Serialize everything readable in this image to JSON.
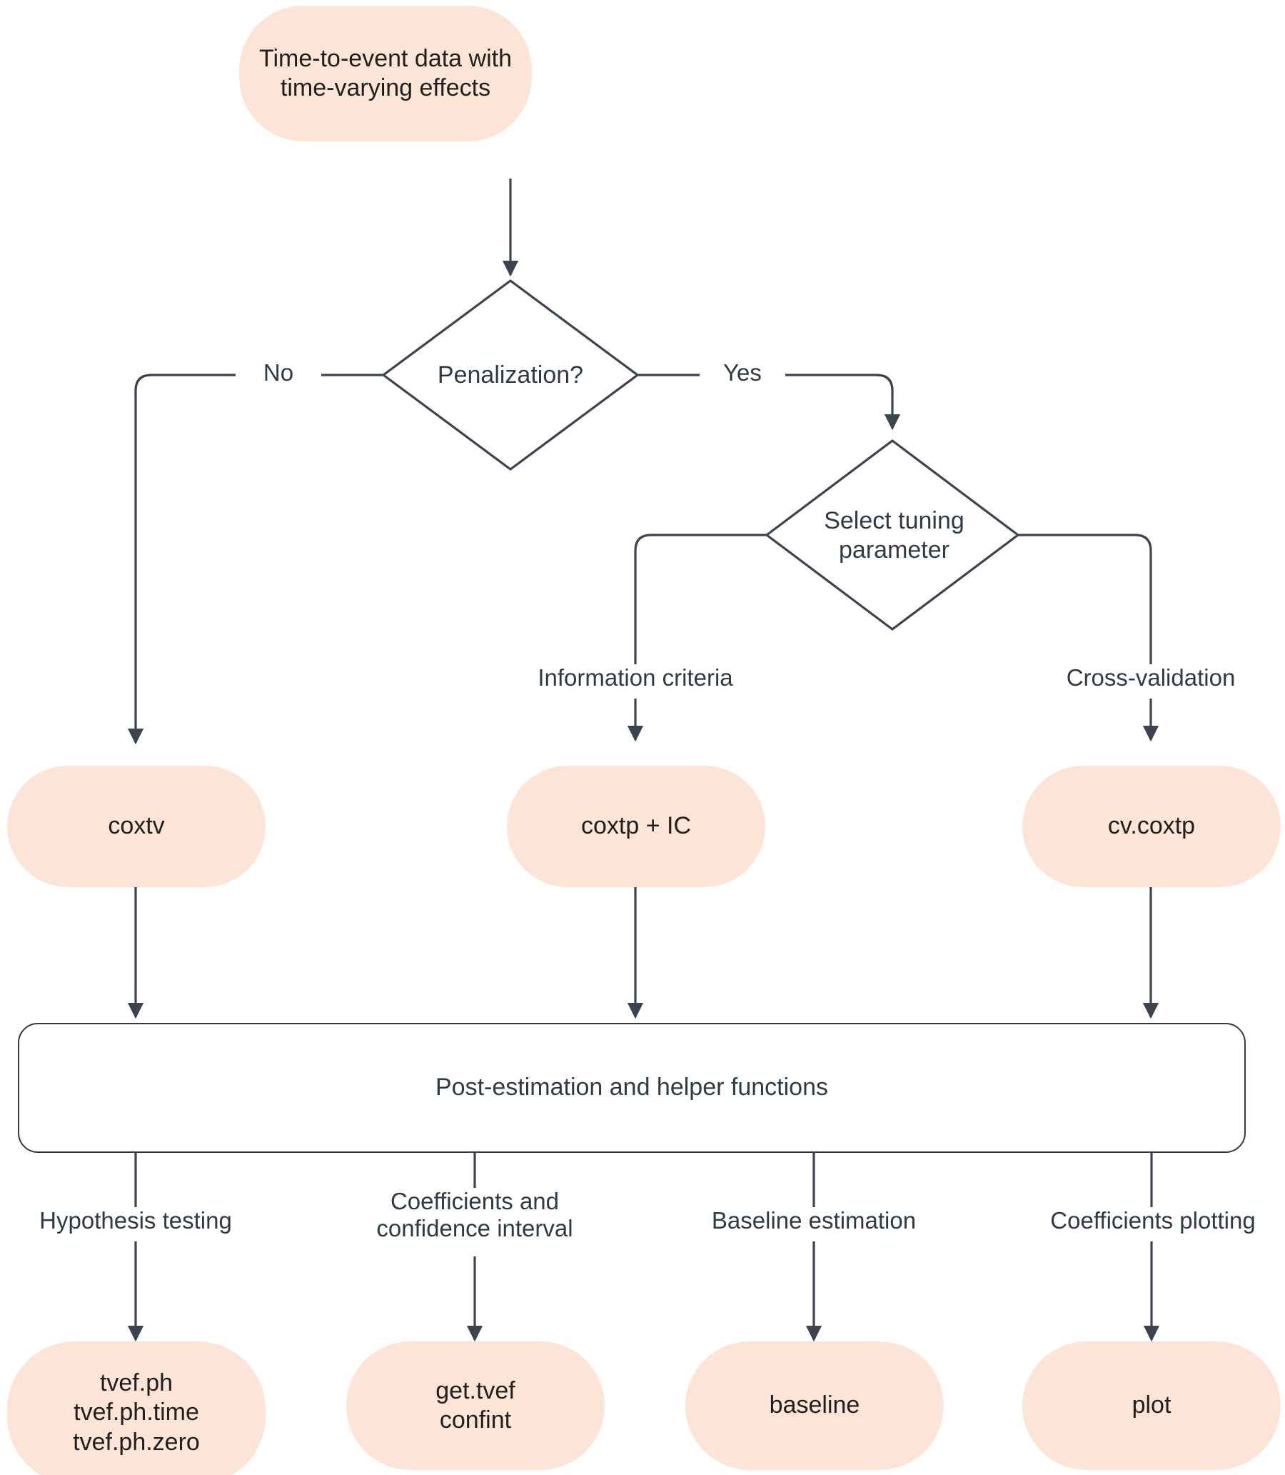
{
  "diagram": {
    "title": "coxtp package workflow flowchart",
    "colors": {
      "node_fill": "#fce4d6",
      "stroke": "#2f3a45",
      "text": "#1f1f1f",
      "background": "#ffffff"
    },
    "nodes": {
      "start": {
        "label": "Time-to-event data with\ntime-varying effects",
        "shape": "rounded"
      },
      "decision_penalization": {
        "label": "Penalization?",
        "shape": "diamond"
      },
      "decision_tuning": {
        "label": "Select tuning\nparameter",
        "shape": "diamond"
      },
      "coxtv": {
        "label": "coxtv",
        "shape": "rounded"
      },
      "coxtp_ic": {
        "label": "coxtp + IC",
        "shape": "rounded"
      },
      "cv_coxtp": {
        "label": "cv.coxtp",
        "shape": "rounded"
      },
      "post_estimation": {
        "label": "Post-estimation and helper functions",
        "shape": "rounded-rect"
      },
      "tvef_tests": {
        "label": "tvef.ph\ntvef.ph.time\ntvef.ph.zero",
        "shape": "rounded"
      },
      "get_tvef": {
        "label": "get.tvef\nconfint",
        "shape": "rounded"
      },
      "baseline": {
        "label": "baseline",
        "shape": "rounded"
      },
      "plot": {
        "label": "plot",
        "shape": "rounded"
      }
    },
    "edge_labels": {
      "no": "No",
      "yes": "Yes",
      "information_criteria": "Information criteria",
      "cross_validation": "Cross-validation",
      "hypothesis_testing": "Hypothesis testing",
      "coefficients_ci": "Coefficients and\nconfidence interval",
      "baseline_estimation": "Baseline estimation",
      "coefficients_plotting": "Coefficients plotting"
    }
  }
}
